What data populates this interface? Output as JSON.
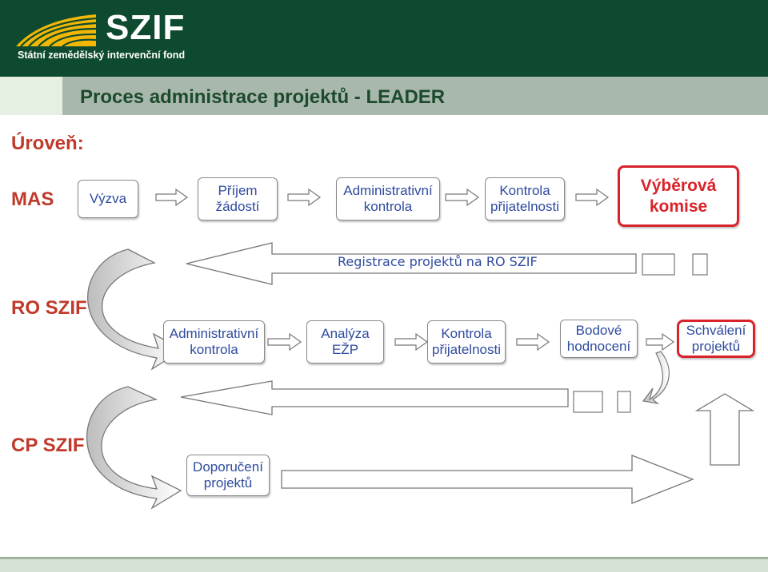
{
  "header": {
    "logo_text": "SZIF",
    "logo_subtitle": "Státní zemědělský intervenční fond",
    "colors": {
      "header_bg": "#0e4a2f",
      "title_band": "#a9b8ac",
      "level_red": "#c0392b",
      "box_text": "#2e4b9e",
      "highlight_border": "#d8232a"
    }
  },
  "title": "Proces administrace projektů - LEADER",
  "levels": {
    "heading": "Úroveň:",
    "mas": "MAS",
    "ro_szif": "RO SZIF",
    "cp_szif": "CP SZIF"
  },
  "mas_row": {
    "step1": "Výzva",
    "step2": "Příjem žádostí",
    "step3": "Administrativní kontrola",
    "step4": "Kontrola přijatelnosti",
    "step5": "Výběrová komise"
  },
  "registration_label": "Registrace projektů na RO SZIF",
  "ro_row": {
    "step1": "Administrativní kontrola",
    "step2": "Analýza EŽP",
    "step3": "Kontrola přijatelnosti",
    "step4": "Bodové hodnocení",
    "step5": "Schválení projektů"
  },
  "cp_row": {
    "step1": "Doporučení projektů"
  }
}
